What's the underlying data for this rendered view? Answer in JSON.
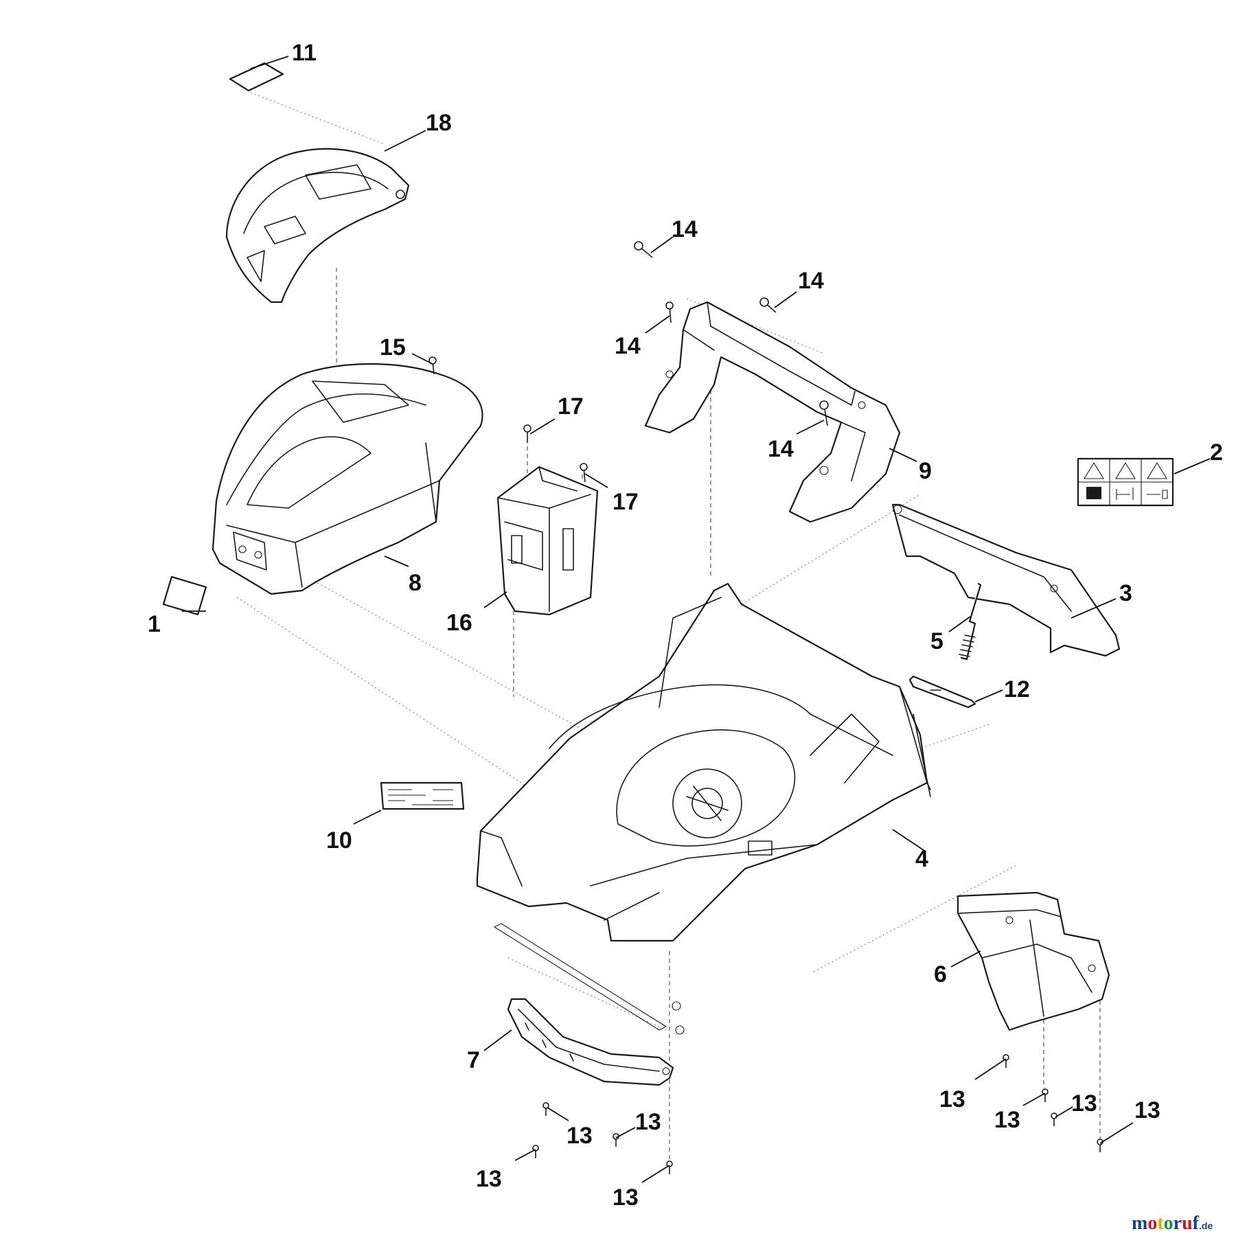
{
  "callouts": [
    {
      "label": "1"
    },
    {
      "label": "2"
    },
    {
      "label": "3"
    },
    {
      "label": "4"
    },
    {
      "label": "5"
    },
    {
      "label": "6"
    },
    {
      "label": "7"
    },
    {
      "label": "8"
    },
    {
      "label": "9"
    },
    {
      "label": "10"
    },
    {
      "label": "11"
    },
    {
      "label": "12"
    },
    {
      "label": "13"
    },
    {
      "label": "13"
    },
    {
      "label": "13"
    },
    {
      "label": "13"
    },
    {
      "label": "13"
    },
    {
      "label": "13"
    },
    {
      "label": "13"
    },
    {
      "label": "13"
    },
    {
      "label": "14"
    },
    {
      "label": "14"
    },
    {
      "label": "14"
    },
    {
      "label": "14"
    },
    {
      "label": "15"
    },
    {
      "label": "16"
    },
    {
      "label": "17"
    },
    {
      "label": "17"
    },
    {
      "label": "18"
    }
  ],
  "watermark": {
    "brand": "motoruf",
    "suffix": ".de",
    "colors": [
      "#1a3f8f",
      "#c8141e",
      "#e8a400",
      "#1a8f3a",
      "#1a3f8f",
      "#c8141e",
      "#1a3f8f"
    ]
  },
  "warning_label_icons": [
    "warning-triangle-icon",
    "hand-hazard-icon",
    "blade-hazard-icon",
    "manual-book-icon",
    "distance-icon",
    "unplug-icon"
  ]
}
